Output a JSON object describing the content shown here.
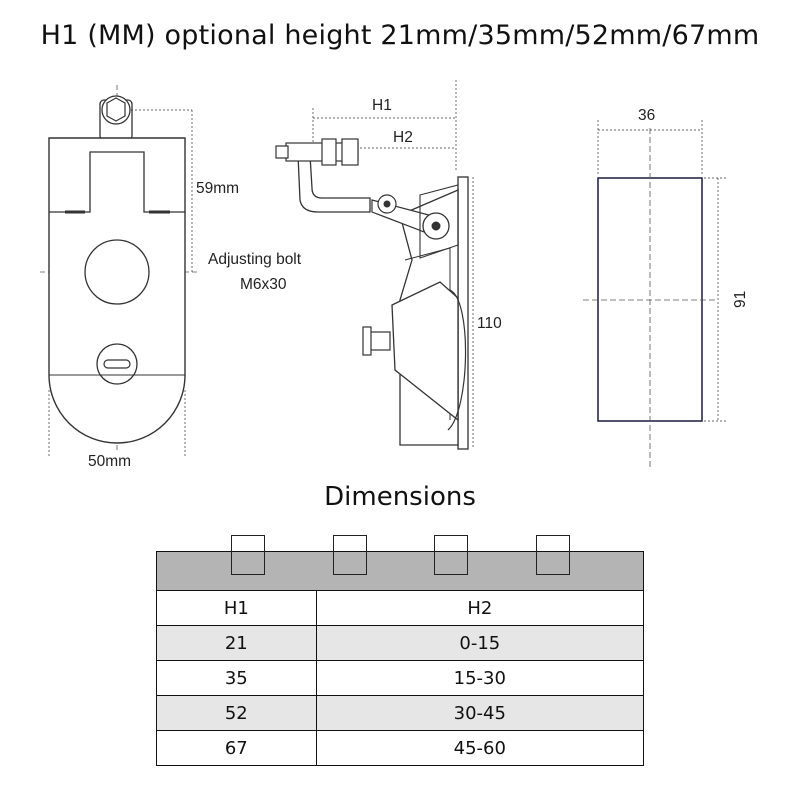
{
  "title": "H1 (MM) optional height 21mm/35mm/52mm/67mm",
  "drawing": {
    "front_view": {
      "width_label": "50mm",
      "height_label": "59mm"
    },
    "side_view": {
      "h1_label": "H1",
      "h2_label": "H2",
      "height_label": "110",
      "bolt_label_line1": "Adjusting bolt",
      "bolt_label_line2": "M6x30"
    },
    "cutout_view": {
      "width_label": "36",
      "height_label": "91"
    }
  },
  "table": {
    "title": "Dimensions",
    "headers": [
      "H1",
      "H2"
    ],
    "rows": [
      [
        "21",
        "0-15"
      ],
      [
        "35",
        "15-30"
      ],
      [
        "52",
        "30-45"
      ],
      [
        "67",
        "45-60"
      ]
    ]
  }
}
